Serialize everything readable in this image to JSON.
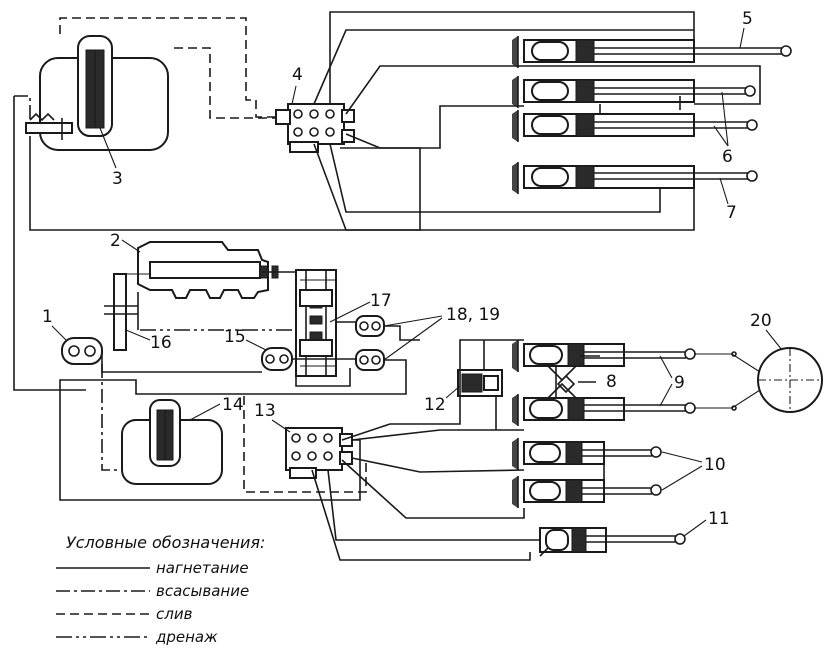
{
  "labels": {
    "n1": "1",
    "n2": "2",
    "n3": "3",
    "n4": "4",
    "n5": "5",
    "n6": "6",
    "n7": "7",
    "n8": "8",
    "n9": "9",
    "n10": "10",
    "n11": "11",
    "n12": "12",
    "n13": "13",
    "n14": "14",
    "n15": "15",
    "n16": "16",
    "n17": "17",
    "n1819": "18, 19",
    "n20": "20"
  },
  "legend": {
    "title": "Условные обозначения:",
    "items": [
      {
        "style": "solid",
        "label": "нагнетание"
      },
      {
        "style": "dash-dot",
        "label": "всасывание"
      },
      {
        "style": "dash",
        "label": "слив"
      },
      {
        "style": "dash-dot-dot",
        "label": "дренаж"
      }
    ]
  },
  "colors": {
    "ink": "#1a1a1a",
    "paper": "#ffffff"
  }
}
